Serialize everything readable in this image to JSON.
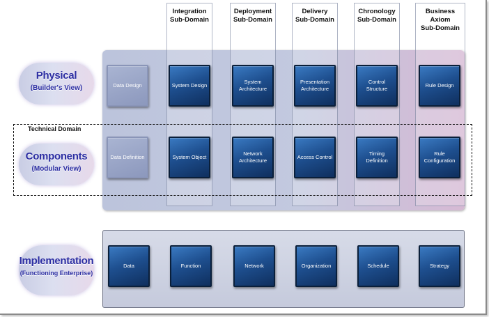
{
  "columns": [
    {
      "line1": "Integration",
      "line2": "Sub-Domain"
    },
    {
      "line1": "Deployment",
      "line2": "Sub-Domain"
    },
    {
      "line1": "Delivery",
      "line2": "Sub-Domain"
    },
    {
      "line1": "Chronology",
      "line2": "Sub-Domain"
    },
    {
      "line1": "Business Axiom",
      "line2": "Sub-Domain"
    }
  ],
  "rows": [
    {
      "title": "Physical",
      "subtitle": "(Builder's View)"
    },
    {
      "title": "Components",
      "subtitle": "(Modular View)"
    },
    {
      "title": "Implementation",
      "subtitle": "(Functioning Enterprise)"
    }
  ],
  "technical_domain": "Technical Domain",
  "physical_boxes": [
    "Data Design",
    "System Design",
    "System Architecture",
    "Presentation Architecture",
    "Control Structure",
    "Rule Design"
  ],
  "component_boxes": [
    "Data Definition",
    "System Object",
    "Network Architecture",
    "Access Control",
    "Timing Definition",
    "Rule Configuration"
  ],
  "implementation_boxes": [
    "Data",
    "Function",
    "Network",
    "Organization",
    "Schedule",
    "Strategy"
  ]
}
